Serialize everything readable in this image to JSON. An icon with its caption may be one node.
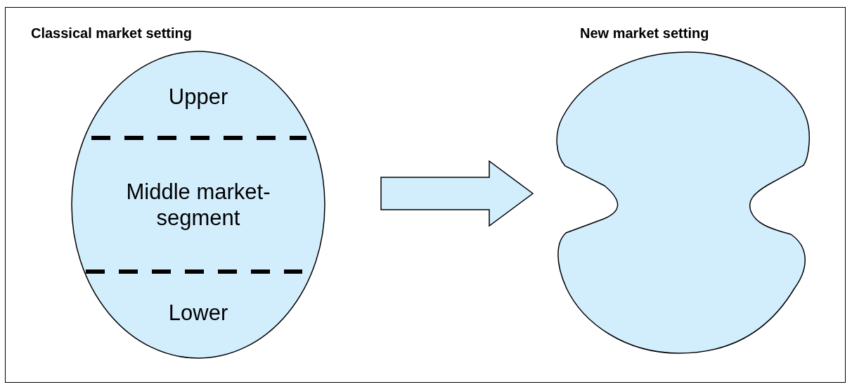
{
  "diagram": {
    "nodes": [
      {
        "text": [
          "Classical market setting"
        ]
      },
      {
        "text": [
          "Upper"
        ],
        "in": 0
      },
      {
        "text": [
          "Middle market-segment"
        ],
        "in": 0
      },
      {
        "text": [
          "Lower"
        ],
        "in": 0
      },
      {
        "text": [
          "New market setting"
        ]
      }
    ],
    "edges": [
      {
        "from": 0,
        "to": 4,
        "arrow": "to",
        "style": "thick"
      }
    ]
  }
}
